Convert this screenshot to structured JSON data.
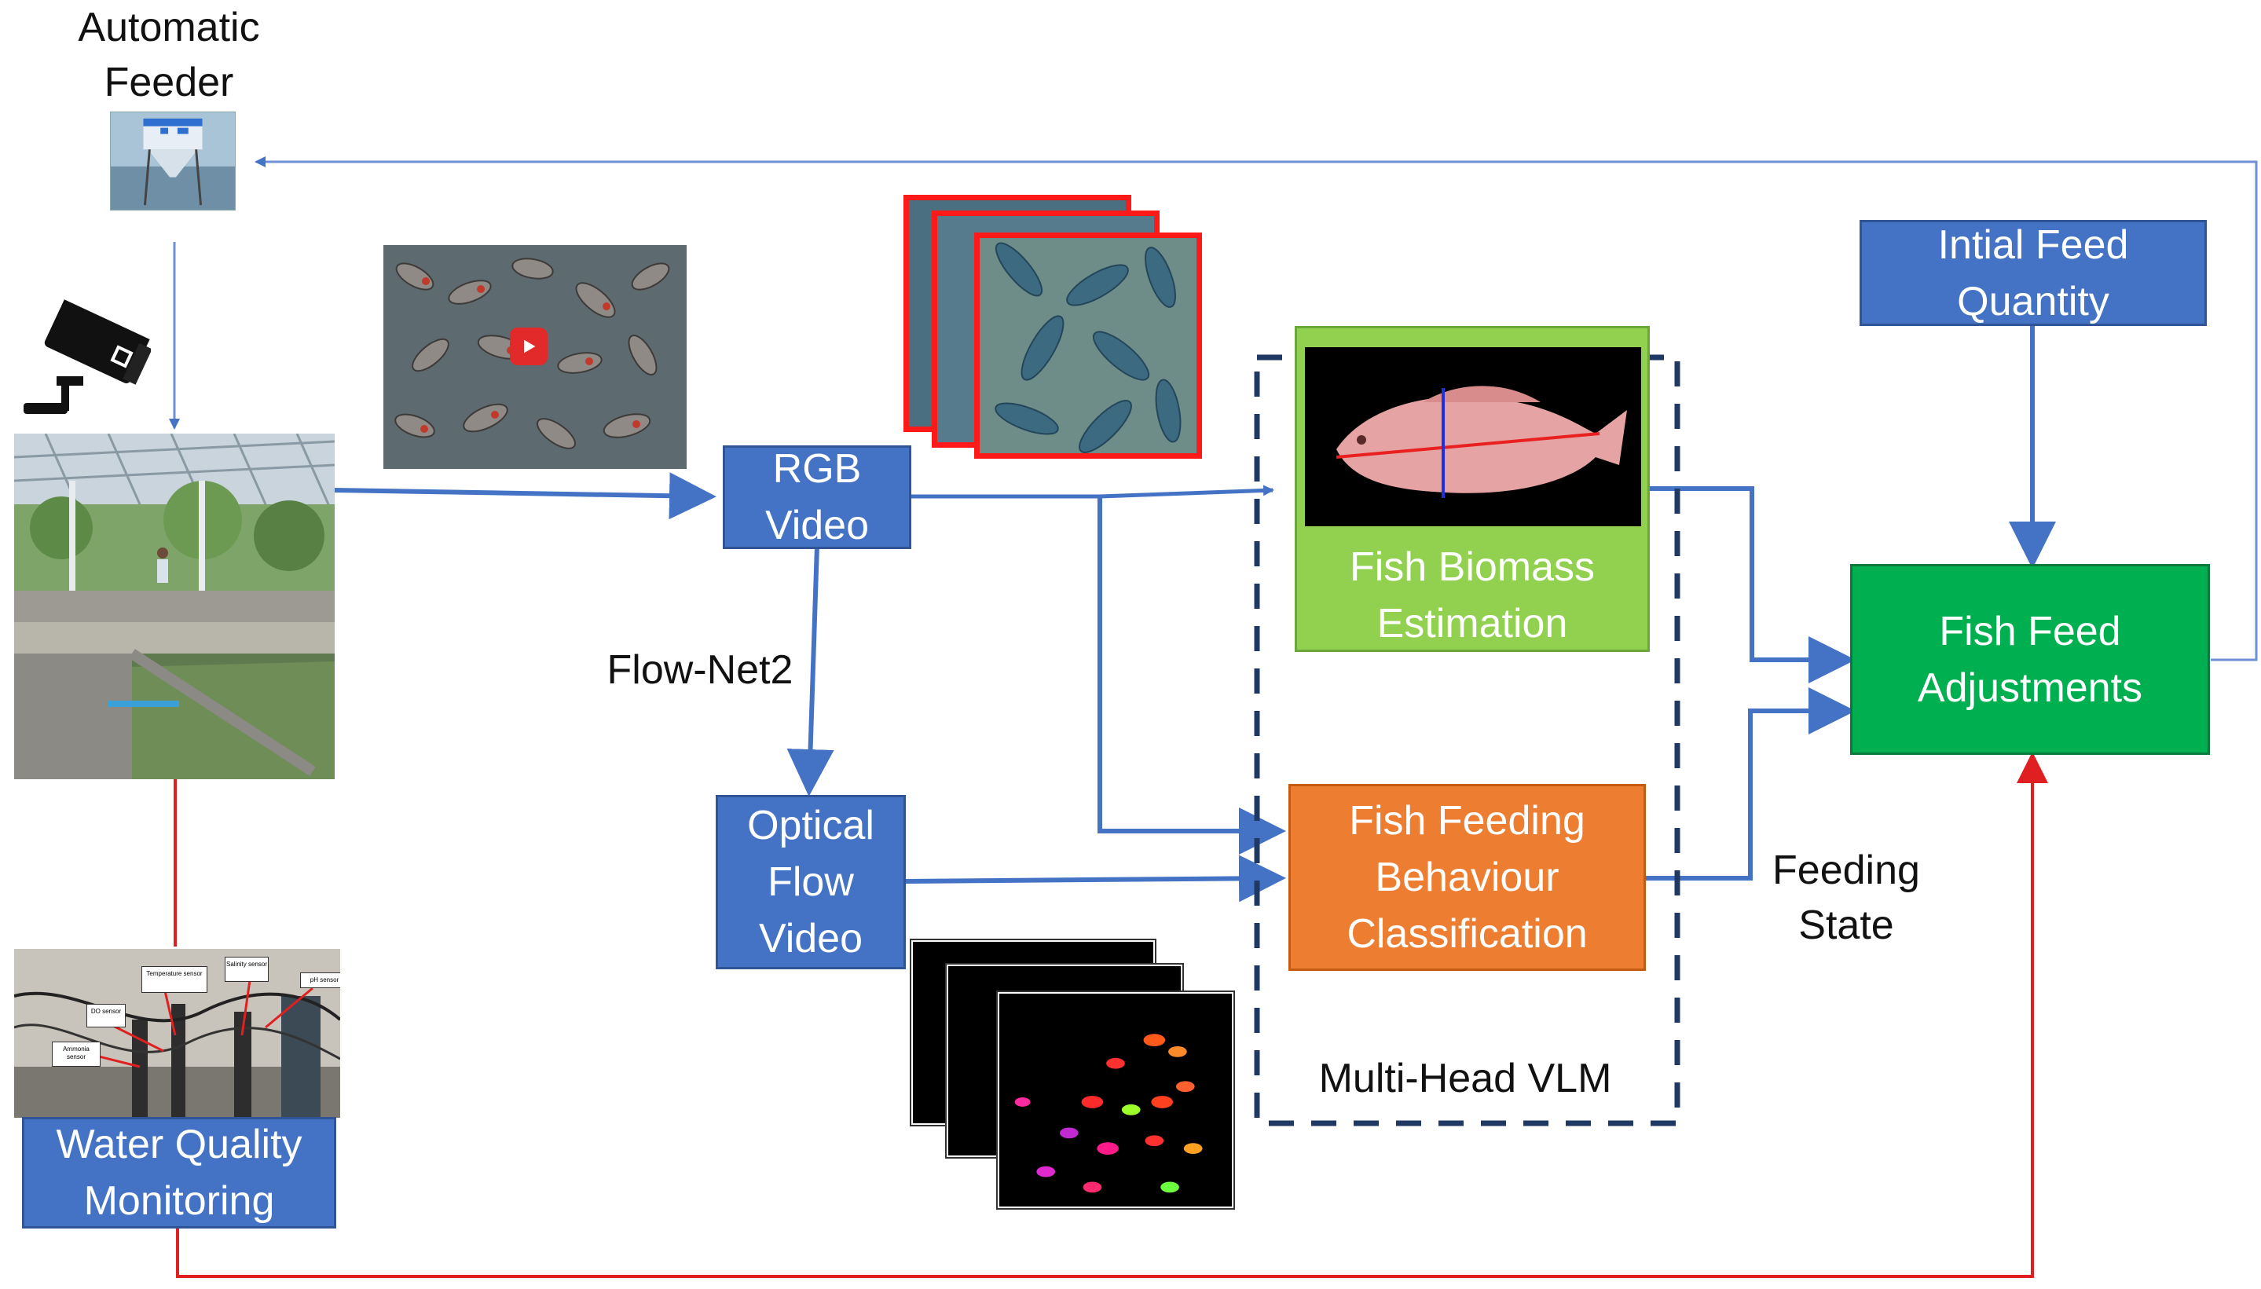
{
  "labels": {
    "automatic_feeder": [
      "Automatic",
      "Feeder"
    ],
    "flow_net": "Flow-Net2",
    "feeding_state": [
      "Feeding",
      "State"
    ],
    "multi_head_vlm": "Multi-Head VLM"
  },
  "boxes": {
    "rgb_video": [
      "RGB",
      "Video"
    ],
    "optical_flow_video": [
      "Optical",
      "Flow",
      "Video"
    ],
    "fish_biomass": [
      "Fish Biomass",
      "Estimation"
    ],
    "fish_behaviour": [
      "Fish Feeding",
      "Behaviour",
      "Classification"
    ],
    "initial_feed": [
      "Intial Feed",
      "Quantity"
    ],
    "fish_feed_adjustments": [
      "Fish Feed",
      "Adjustments"
    ],
    "water_quality": [
      "Water Quality",
      "Monitoring"
    ]
  },
  "sensor_tags": [
    "Temperature sensor",
    "Salinity sensor",
    "pH sensor",
    "DO sensor",
    "Ammonia sensor"
  ],
  "colors": {
    "flow_blue": "#4472c4",
    "feedback_red": "#e02020",
    "feeder_line": "#6f8fd6",
    "dashed_border": "#1f3864",
    "frame_red": "#ff1a1a"
  },
  "icons": {
    "camera": "cctv-camera-icon",
    "play": "play-icon"
  }
}
